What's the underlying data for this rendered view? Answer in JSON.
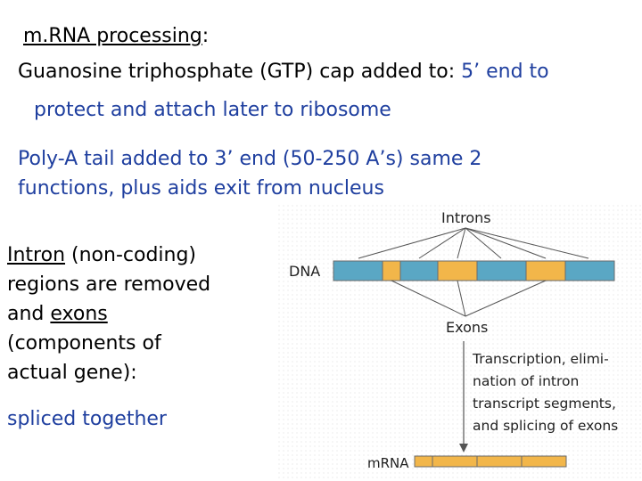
{
  "heading": {
    "underlined": "m.RNA processing",
    "rest": ":"
  },
  "cap": {
    "lead": "Guanosine triphosphate (GTP) cap added to: ",
    "highlight": "5’ end to",
    "line2": "protect and attach later to ribosome"
  },
  "polya": {
    "line1": "Poly-A tail added to 3’ end (50-250 A’s) same 2",
    "line2": "functions, plus aids exit from nucleus"
  },
  "intron_text": {
    "intron_word": "Intron",
    "line1_rest": " (non-coding)",
    "line2": "regions are removed",
    "and_word": "and ",
    "exons_word": "exons",
    "line4": "(components of",
    "line5": "actual gene):"
  },
  "spliced": "spliced together",
  "diagram": {
    "introns_label": "Introns",
    "dna_label": "DNA",
    "exons_label": "Exons",
    "process_lines": [
      "Transcription, elimi-",
      "nation of intron",
      "transcript segments,",
      "and splicing of exons"
    ],
    "mrna_label": "mRNA",
    "colors": {
      "intron": "#5aa7c4",
      "exon": "#f2b64a",
      "outline": "#6b6b6b",
      "line": "#555555"
    }
  }
}
